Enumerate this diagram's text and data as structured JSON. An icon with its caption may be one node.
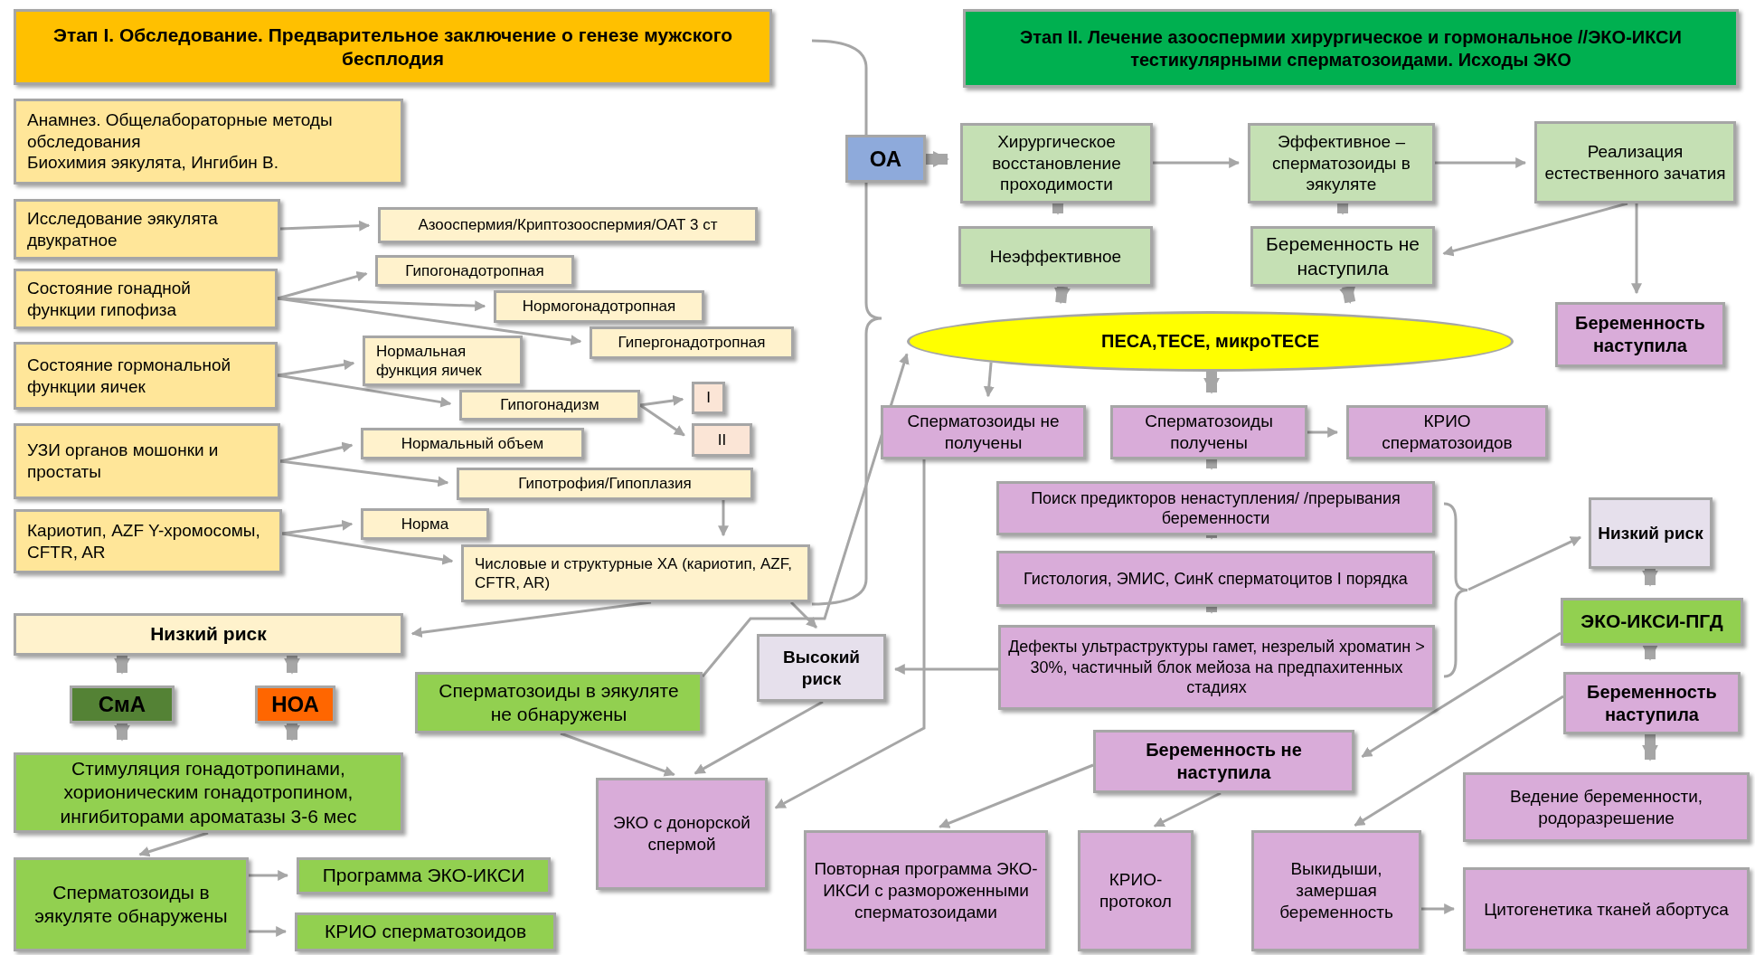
{
  "diagram": {
    "nodes": [
      {
        "text": [
          "Этап I. Обследование. Предварительное заключение о генезе мужского бесплодия"
        ]
      },
      {
        "text": [
          "Анамнез. Общелабораторные методы обследования",
          "Биохимия эякулята, Ингибин В."
        ]
      },
      {
        "text": [
          "Исследование эякулята двукратное"
        ]
      },
      {
        "text": [
          "Азооспермия/Криптозооспермия/ОАТ 3 ст"
        ]
      },
      {
        "text": [
          "Состояние гонадной функции гипофиза"
        ]
      },
      {
        "text": [
          "Гипогонадотропная"
        ]
      },
      {
        "text": [
          "Нормогонадотропная"
        ]
      },
      {
        "text": [
          "Гипергонадотропная"
        ]
      },
      {
        "text": [
          "Состояние гормональной функции яичек"
        ]
      },
      {
        "text": [
          "Нормальная функция яичек"
        ]
      },
      {
        "text": [
          "Гипогонадизм"
        ]
      },
      {
        "text": [
          "I"
        ]
      },
      {
        "text": [
          "II"
        ]
      },
      {
        "text": [
          "УЗИ органов мошонки и простаты"
        ]
      },
      {
        "text": [
          "Нормальный объем"
        ]
      },
      {
        "text": [
          "Гипотрофия/Гипоплазия"
        ]
      },
      {
        "text": [
          "Кариотип, AZF Y-хромосомы, CFTR, AR"
        ]
      },
      {
        "text": [
          "Норма"
        ]
      },
      {
        "text": [
          "Числовые и структурные ХА (кариотип, AZF, CFTR, AR)"
        ]
      },
      {
        "text": [
          "Низкий риск"
        ]
      },
      {
        "text": [
          "СмА"
        ]
      },
      {
        "text": [
          "НОА"
        ]
      },
      {
        "text": [
          "Стимуляция гонадотропинами, хорионическим гонадотропином, ингибиторами ароматазы 3-6 мес"
        ]
      },
      {
        "text": [
          "Сперматозоиды в эякуляте обнаружены"
        ]
      },
      {
        "text": [
          "Программа ЭКО-ИКСИ"
        ]
      },
      {
        "text": [
          "КРИО сперматозоидов"
        ]
      },
      {
        "text": [
          "Сперматозоиды в эякуляте не обнаружены"
        ]
      },
      {
        "text": [
          "Высокий риск"
        ]
      },
      {
        "text": [
          "ЭКО с донорской спермой"
        ]
      },
      {
        "text": [
          "Этап II. Лечение азооспермии хирургическое и гормональное //ЭКО-ИКСИ тестикулярными сперматозоидами. Исходы ЭКО"
        ]
      },
      {
        "text": [
          "ОА"
        ]
      },
      {
        "text": [
          "Хирургическое восстановление проходимости"
        ]
      },
      {
        "text": [
          "Эффективное – сперматозоиды в эякуляте"
        ]
      },
      {
        "text": [
          "Реализация естественного зачатия"
        ]
      },
      {
        "text": [
          "Неэффективное"
        ]
      },
      {
        "text": [
          "Беременность не наступила"
        ]
      },
      {
        "text": [
          "Беременность наступила"
        ]
      },
      {
        "text": [
          "ПЕСА,ТЕСЕ, микроТЕСЕ"
        ]
      },
      {
        "text": [
          "Сперматозоиды не получены"
        ]
      },
      {
        "text": [
          "Сперматозоиды получены"
        ]
      },
      {
        "text": [
          "КРИО сперматозоидов"
        ]
      },
      {
        "text": [
          "Поиск предикторов ненаступления/ /прерывания беременности"
        ]
      },
      {
        "text": [
          "Гистология, ЭМИС, СинК сперматоцитов I порядка"
        ]
      },
      {
        "text": [
          "Дефекты ультраструктуры гамет, незрелый хроматин > 30%, частичный блок мейоза на предпахитенных стадиях"
        ]
      },
      {
        "text": [
          "Низкий риск"
        ]
      },
      {
        "text": [
          "ЭКО-ИКСИ-ПГД"
        ]
      },
      {
        "text": [
          "Беременность наступила"
        ]
      },
      {
        "text": [
          "Ведение беременности, родоразрешение"
        ]
      },
      {
        "text": [
          "Беременность не наступила"
        ]
      },
      {
        "text": [
          "Повторная программа ЭКО-ИКСИ с размороженными сперматозоидами"
        ]
      },
      {
        "text": [
          "КРИО-протокол"
        ]
      },
      {
        "text": [
          "Выкидыши, замершая беременность"
        ]
      },
      {
        "text": [
          "Цитогенетика тканей абортуса"
        ]
      },
      {
        "text": [],
        "shape": "bracket"
      }
    ],
    "edges": [
      {
        "from": 2,
        "to": 3,
        "arrow": "to"
      },
      {
        "from": 4,
        "to": 5,
        "arrow": "to"
      },
      {
        "from": 4,
        "to": 6,
        "arrow": "to"
      },
      {
        "from": 4,
        "to": 7,
        "arrow": "to"
      },
      {
        "from": 8,
        "to": 9,
        "arrow": "to"
      },
      {
        "from": 8,
        "to": 10,
        "arrow": "to"
      },
      {
        "from": 10,
        "to": 11,
        "arrow": "to"
      },
      {
        "from": 10,
        "to": 12,
        "arrow": "to"
      },
      {
        "from": 13,
        "to": 14,
        "arrow": "to"
      },
      {
        "from": 13,
        "to": 15,
        "arrow": "to"
      },
      {
        "from": 16,
        "to": 17,
        "arrow": "to"
      },
      {
        "from": 16,
        "to": 18,
        "arrow": "to"
      },
      {
        "from": 15,
        "to": 18,
        "arrow": "to"
      },
      {
        "from": 18,
        "to": 19,
        "arrow": "to"
      },
      {
        "from": 18,
        "to": 27,
        "arrow": "to"
      },
      {
        "from": 19,
        "to": 20,
        "arrow": "to",
        "style": "thick"
      },
      {
        "from": 19,
        "to": 21,
        "arrow": "to",
        "style": "thick"
      },
      {
        "from": 20,
        "to": 22,
        "arrow": "to",
        "style": "thick"
      },
      {
        "from": 21,
        "to": 22,
        "arrow": "to",
        "style": "thick"
      },
      {
        "from": 22,
        "to": 23,
        "arrow": "to"
      },
      {
        "from": 23,
        "to": 24,
        "arrow": "to"
      },
      {
        "from": 23,
        "to": 25,
        "arrow": "to"
      },
      {
        "from": 26,
        "to": 28,
        "arrow": "to"
      },
      {
        "from": 27,
        "to": 28,
        "arrow": "to"
      },
      {
        "from": 26,
        "to": 37,
        "arrow": "to"
      },
      {
        "from": 38,
        "to": 28,
        "arrow": "to"
      },
      {
        "from": 30,
        "to": 31,
        "arrow": "to",
        "style": "thick"
      },
      {
        "from": 31,
        "to": 32,
        "arrow": "to"
      },
      {
        "from": 32,
        "to": 33,
        "arrow": "to"
      },
      {
        "from": 31,
        "to": 34,
        "arrow": "to",
        "style": "thick"
      },
      {
        "from": 32,
        "to": 35,
        "arrow": "to",
        "style": "thick"
      },
      {
        "from": 33,
        "to": 35,
        "arrow": "to"
      },
      {
        "from": 33,
        "to": 36,
        "arrow": "to"
      },
      {
        "from": 34,
        "to": 37,
        "arrow": "to",
        "style": "thick"
      },
      {
        "from": 35,
        "to": 37,
        "arrow": "to",
        "style": "thick"
      },
      {
        "from": 37,
        "to": 38,
        "arrow": "to"
      },
      {
        "from": 37,
        "to": 39,
        "arrow": "to",
        "style": "thick"
      },
      {
        "from": 39,
        "to": 40,
        "arrow": "to"
      },
      {
        "from": 39,
        "to": 41,
        "arrow": "to",
        "style": "thick"
      },
      {
        "from": 41,
        "to": 42,
        "arrow": "to",
        "style": "thick"
      },
      {
        "from": 42,
        "to": 43,
        "arrow": "to",
        "style": "thick"
      },
      {
        "from": 43,
        "to": 27,
        "arrow": "to"
      },
      {
        "from": 53,
        "to": 44,
        "arrow": "to"
      },
      {
        "from": 44,
        "to": 45,
        "arrow": "to",
        "style": "thick"
      },
      {
        "from": 45,
        "to": 46,
        "arrow": "to",
        "style": "thick"
      },
      {
        "from": 45,
        "to": 48,
        "arrow": "to"
      },
      {
        "from": 46,
        "to": 47,
        "arrow": "to",
        "style": "thick"
      },
      {
        "from": 46,
        "to": 51,
        "arrow": "to"
      },
      {
        "from": 48,
        "to": 49,
        "arrow": "to"
      },
      {
        "from": 48,
        "to": 50,
        "arrow": "to"
      },
      {
        "from": 51,
        "to": 52,
        "arrow": "to"
      }
    ]
  }
}
